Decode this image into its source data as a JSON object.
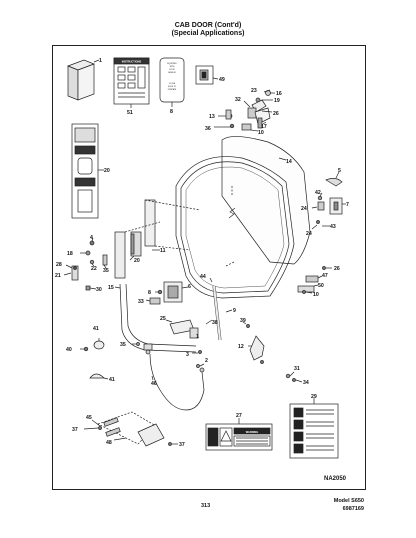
{
  "header": {
    "title": "CAB DOOR (Cont'd)",
    "subtitle": "(Special Applications)"
  },
  "footer": {
    "page_number": "313",
    "model": "Model S650",
    "part_number": "6987169",
    "drawing_id": "NA2050"
  },
  "decals": {
    "instructions_label": "INSTRUCTIONS",
    "door_sensor_1": "EQUIPPED",
    "door_sensor_2": "WITH",
    "door_sensor_3": "DOOR",
    "door_sensor_4": "SENSOR",
    "door_sensor_5": "CLOSE",
    "door_sensor_6": "DOOR TO",
    "door_sensor_7": "OPERATE",
    "warning_label": "WARNING"
  },
  "callouts": {
    "c1": "1",
    "c2": "2",
    "c3": "3",
    "c4": "4",
    "c5": "5",
    "c6": "6",
    "c7": "7",
    "c8": "8",
    "c9": "9",
    "c10": "10",
    "c10b": "10",
    "c11": "11",
    "c12": "12",
    "c13": "13",
    "c14": "14",
    "c15": "15",
    "c16": "16",
    "c17": "17",
    "c18": "18",
    "c19": "19",
    "c20": "20",
    "c20b": "20",
    "c21": "21",
    "c22": "22",
    "c23": "23",
    "c24": "24",
    "c24b": "24",
    "c25": "25",
    "c26": "26",
    "c26b": "26",
    "c27": "27",
    "c28": "28",
    "c29": "29",
    "c30": "30",
    "c31": "31",
    "c32": "32",
    "c33": "33",
    "c34": "34",
    "c35": "35",
    "c36": "36",
    "c37": "37",
    "c37b": "37",
    "c38": "38",
    "c39": "39",
    "c40": "40",
    "c41": "41",
    "c41b": "41",
    "c42": "42",
    "c43": "43",
    "c44": "44",
    "c45": "45",
    "c46": "46",
    "c47": "47",
    "c48": "48",
    "c49": "49",
    "c50": "50",
    "c51": "51"
  }
}
